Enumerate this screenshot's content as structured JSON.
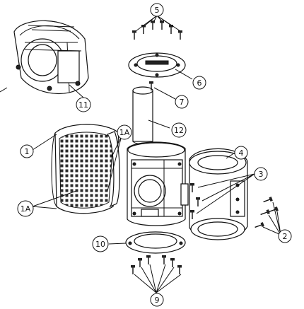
{
  "callouts": {
    "c1": "1",
    "c1a_top": "1A",
    "c1a_bottom": "1A",
    "c2": "2",
    "c3": "3",
    "c4": "4",
    "c5": "5",
    "c6": "6",
    "c7": "7",
    "c9": "9",
    "c10": "10",
    "c11": "11",
    "c12": "12"
  },
  "icons": {
    "screw": "screw-icon",
    "mesh": "speaker-mesh-icon"
  }
}
